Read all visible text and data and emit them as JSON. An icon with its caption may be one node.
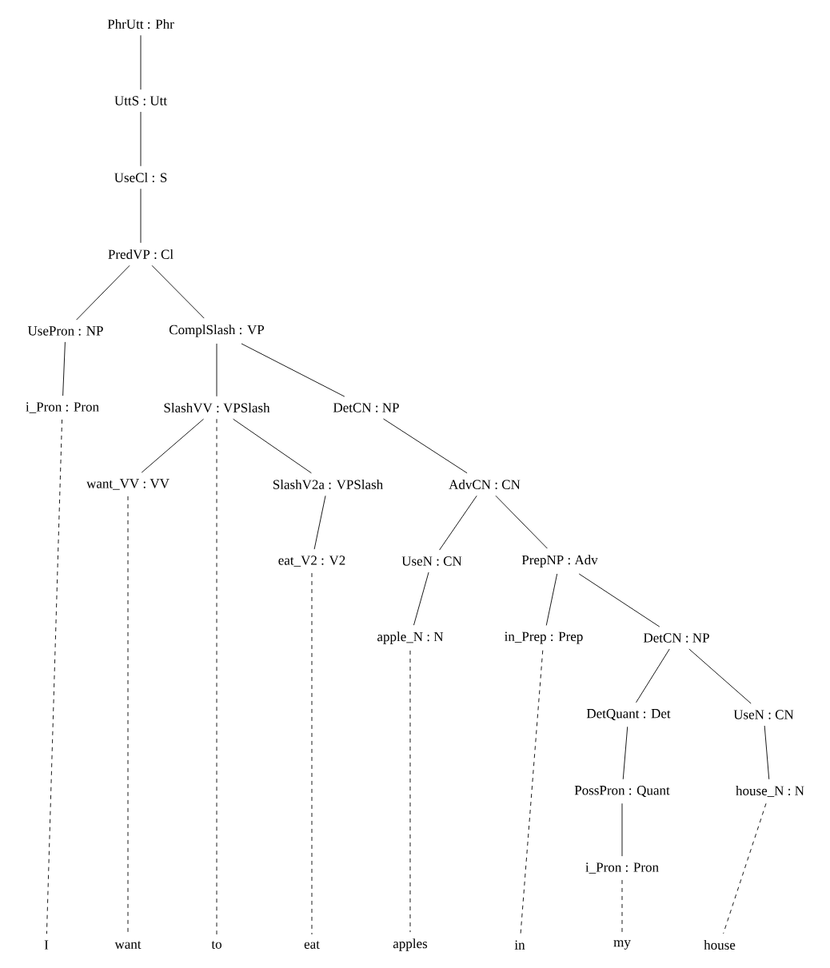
{
  "diagram": {
    "nodes": [
      {
        "text": [
          "PhrUtt : Phr"
        ]
      },
      {
        "text": [
          "UttS : Utt"
        ]
      },
      {
        "text": [
          "UseCl : S"
        ]
      },
      {
        "text": [
          "PredVP : Cl"
        ]
      },
      {
        "text": [
          "UsePron : NP"
        ]
      },
      {
        "text": [
          "ComplSlash : VP"
        ]
      },
      {
        "text": [
          "i_Pron : Pron"
        ]
      },
      {
        "text": [
          "SlashVV : VPSlash"
        ]
      },
      {
        "text": [
          "DetCN : NP"
        ]
      },
      {
        "text": [
          "want_VV : VV"
        ]
      },
      {
        "text": [
          "SlashV2a : VPSlash"
        ]
      },
      {
        "text": [
          "AdvCN : CN"
        ]
      },
      {
        "text": [
          "eat_V2 : V2"
        ]
      },
      {
        "text": [
          "UseN : CN"
        ]
      },
      {
        "text": [
          "PrepNP : Adv"
        ]
      },
      {
        "text": [
          "apple_N : N"
        ]
      },
      {
        "text": [
          "in_Prep : Prep"
        ]
      },
      {
        "text": [
          "DetCN : NP"
        ]
      },
      {
        "text": [
          "DetQuant : Det"
        ]
      },
      {
        "text": [
          "UseN : CN"
        ]
      },
      {
        "text": [
          "PossPron : Quant"
        ]
      },
      {
        "text": [
          "house_N : N"
        ]
      },
      {
        "text": [
          "i_Pron : Pron"
        ]
      },
      {
        "text": [
          "I"
        ]
      },
      {
        "text": [
          "want"
        ]
      },
      {
        "text": [
          "to"
        ]
      },
      {
        "text": [
          "eat"
        ]
      },
      {
        "text": [
          "apples"
        ]
      },
      {
        "text": [
          "in"
        ]
      },
      {
        "text": [
          "my"
        ]
      },
      {
        "text": [
          "house"
        ]
      }
    ],
    "edges": [
      {
        "from": 0,
        "to": 1,
        "arrow": "none"
      },
      {
        "from": 1,
        "to": 2,
        "arrow": "none"
      },
      {
        "from": 2,
        "to": 3,
        "arrow": "none"
      },
      {
        "from": 3,
        "to": 4,
        "arrow": "none"
      },
      {
        "from": 3,
        "to": 5,
        "arrow": "none"
      },
      {
        "from": 4,
        "to": 6,
        "arrow": "none"
      },
      {
        "from": 5,
        "to": 7,
        "arrow": "none"
      },
      {
        "from": 5,
        "to": 8,
        "arrow": "none"
      },
      {
        "from": 6,
        "to": 23,
        "arrow": "none",
        "style": "dashed"
      },
      {
        "from": 7,
        "to": 9,
        "arrow": "none"
      },
      {
        "from": 7,
        "to": 25,
        "arrow": "none",
        "style": "dashed"
      },
      {
        "from": 7,
        "to": 10,
        "arrow": "none"
      },
      {
        "from": 8,
        "to": 11,
        "arrow": "none"
      },
      {
        "from": 9,
        "to": 24,
        "arrow": "none",
        "style": "dashed"
      },
      {
        "from": 10,
        "to": 12,
        "arrow": "none"
      },
      {
        "from": 11,
        "to": 13,
        "arrow": "none"
      },
      {
        "from": 11,
        "to": 14,
        "arrow": "none"
      },
      {
        "from": 12,
        "to": 26,
        "arrow": "none",
        "style": "dashed"
      },
      {
        "from": 13,
        "to": 15,
        "arrow": "none"
      },
      {
        "from": 14,
        "to": 16,
        "arrow": "none"
      },
      {
        "from": 14,
        "to": 17,
        "arrow": "none"
      },
      {
        "from": 15,
        "to": 27,
        "arrow": "none",
        "style": "dashed"
      },
      {
        "from": 16,
        "to": 28,
        "arrow": "none",
        "style": "dashed"
      },
      {
        "from": 17,
        "to": 18,
        "arrow": "none"
      },
      {
        "from": 17,
        "to": 19,
        "arrow": "none"
      },
      {
        "from": 18,
        "to": 20,
        "arrow": "none"
      },
      {
        "from": 19,
        "to": 21,
        "arrow": "none"
      },
      {
        "from": 20,
        "to": 22,
        "arrow": "none"
      },
      {
        "from": 21,
        "to": 30,
        "arrow": "none",
        "style": "dashed"
      },
      {
        "from": 22,
        "to": 29,
        "arrow": "none",
        "style": "dashed"
      }
    ]
  }
}
